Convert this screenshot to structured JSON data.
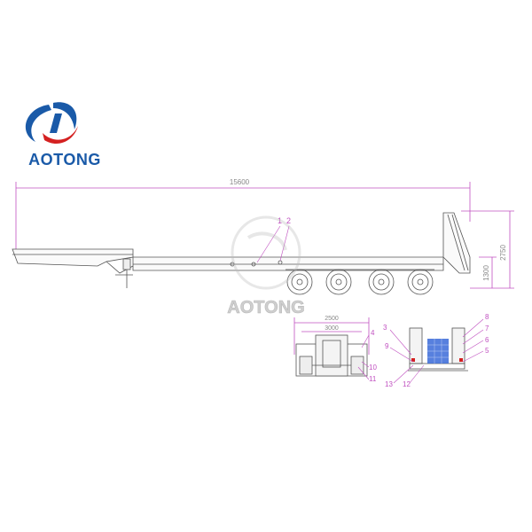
{
  "brand": {
    "name": "AOTONG",
    "watermark": "AOTONG",
    "colors": {
      "blue": "#1a5aa8",
      "red": "#d42020",
      "line": "#555555",
      "dim": "#c050c0",
      "accent": "#3a6ad8"
    }
  },
  "dimensions": {
    "overall_length": "15600",
    "height": "2750",
    "deck_height": "1300",
    "track_width": "2500",
    "inner_width": "3000"
  },
  "part_labels": {
    "side_view": [
      "1",
      "2"
    ],
    "rear_view_left": [
      "4",
      "10",
      "11"
    ],
    "rear_view_right": [
      "3",
      "9",
      "13",
      "12",
      "8",
      "7",
      "6",
      "5"
    ]
  }
}
